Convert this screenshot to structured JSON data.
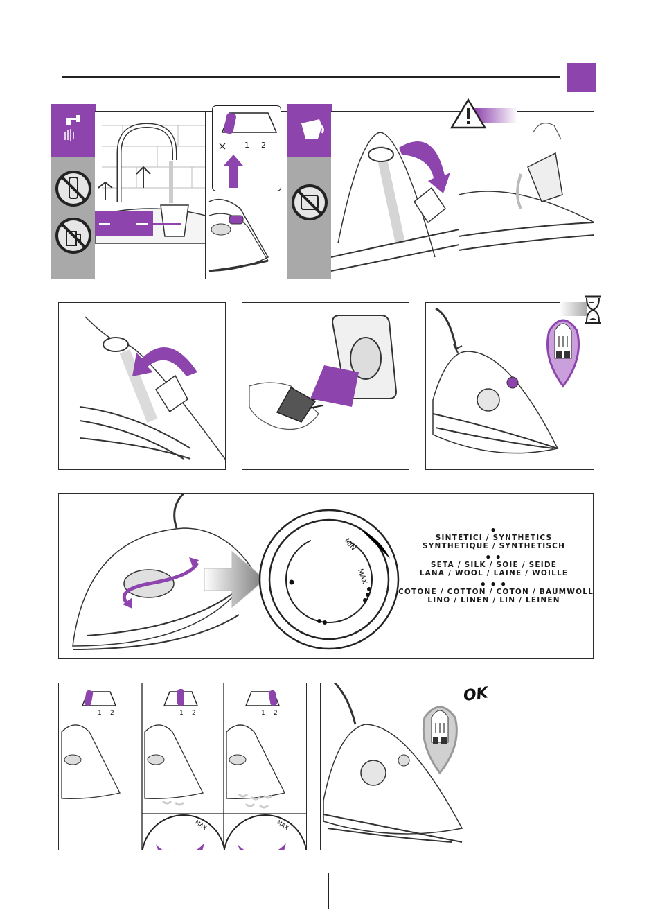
{
  "header": {
    "accent_color": "#8e44ad",
    "rule_color": "#222222"
  },
  "steam_selector": {
    "pos1": "1",
    "pos2": "2"
  },
  "dial": {
    "min": "MIN",
    "max": "MAX"
  },
  "fabric_legend": {
    "row1_dots": "●",
    "row1_line1": "SINTETICI / SYNTHETICS",
    "row1_line2": "SYNTHETIQUE / SYNTHETISCH",
    "row2_dots": "● ●",
    "row2_line1": "SETA / SILK / SOIE / SEIDE",
    "row2_line2": "LANA / WOOL / LAINE / WOILLE",
    "row3_dots": "● ● ●",
    "row3_line1": "COTONE / COTTON / COTON / BAUMWOLLE",
    "row3_line2": "LINO / LINEN / LIN / LEINEN"
  },
  "ready_label": "OK!",
  "colors": {
    "purple": "#8e44ad",
    "light_purple": "#c9a0dc",
    "grey": "#a9a9a9"
  }
}
